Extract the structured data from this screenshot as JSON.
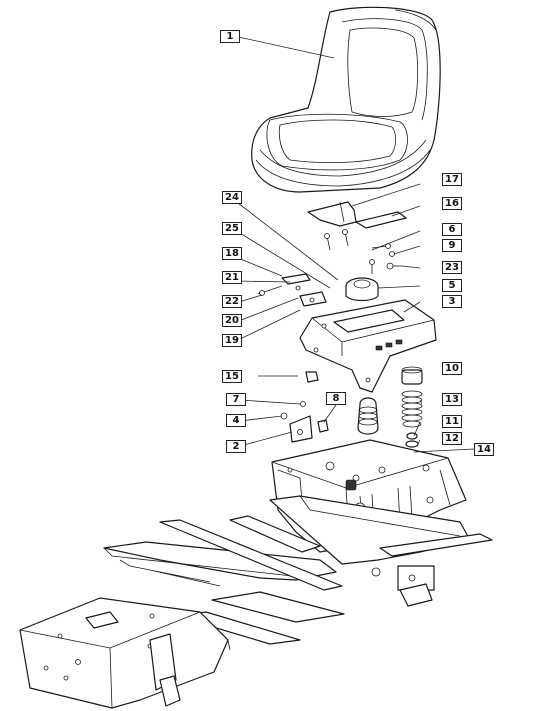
{
  "diagram": {
    "callouts": [
      {
        "id": "c1",
        "label": "1"
      },
      {
        "id": "c2",
        "label": "2"
      },
      {
        "id": "c3",
        "label": "3"
      },
      {
        "id": "c4",
        "label": "4"
      },
      {
        "id": "c5",
        "label": "5"
      },
      {
        "id": "c6",
        "label": "6"
      },
      {
        "id": "c7",
        "label": "7"
      },
      {
        "id": "c8",
        "label": "8"
      },
      {
        "id": "c9",
        "label": "9"
      },
      {
        "id": "c10",
        "label": "10"
      },
      {
        "id": "c11",
        "label": "11"
      },
      {
        "id": "c12",
        "label": "12"
      },
      {
        "id": "c13",
        "label": "13"
      },
      {
        "id": "c14",
        "label": "14"
      },
      {
        "id": "c15",
        "label": "15"
      },
      {
        "id": "c16",
        "label": "16"
      },
      {
        "id": "c17",
        "label": "17"
      },
      {
        "id": "c18",
        "label": "18"
      },
      {
        "id": "c19",
        "label": "19"
      },
      {
        "id": "c20",
        "label": "20"
      },
      {
        "id": "c21",
        "label": "21"
      },
      {
        "id": "c22",
        "label": "22"
      },
      {
        "id": "c23",
        "label": "23"
      },
      {
        "id": "c24",
        "label": "24"
      },
      {
        "id": "c25",
        "label": "25"
      }
    ],
    "colors": {
      "line": "#1a1a1a",
      "background": "#ffffff"
    }
  }
}
